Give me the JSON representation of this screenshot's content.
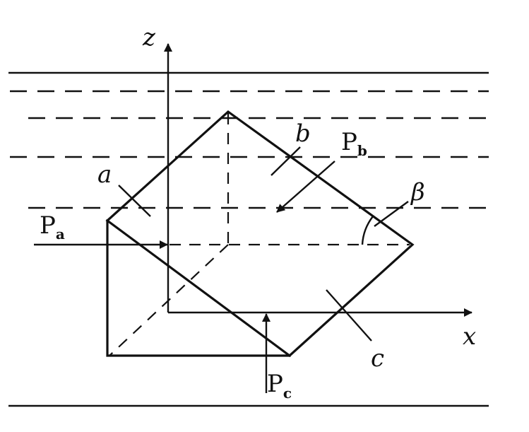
{
  "diagram": {
    "colors": {
      "ink": "#111111",
      "background": "#ffffff"
    },
    "axes": {
      "z_label": "z",
      "x_label": "x"
    },
    "faces": {
      "a_label": "a",
      "b_label": "b",
      "c_label": "c"
    },
    "angle": {
      "beta_label": "β"
    },
    "forces": {
      "pa": {
        "main": "P",
        "sub": "a"
      },
      "pb": {
        "main": "P",
        "sub": "b"
      },
      "pc": {
        "main": "P",
        "sub": "c"
      }
    }
  }
}
